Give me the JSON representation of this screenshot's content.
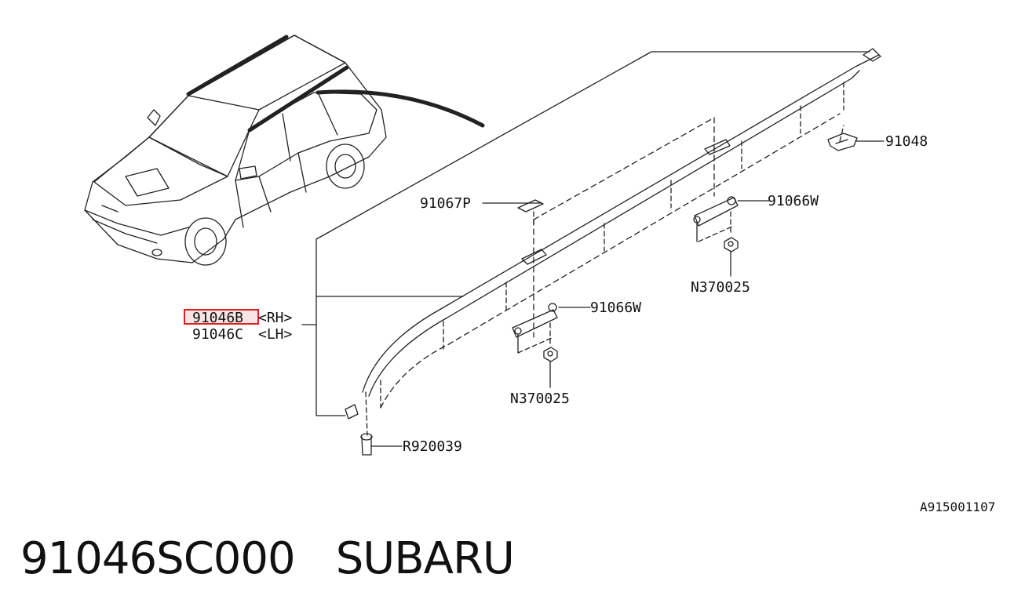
{
  "diagram": {
    "labels": {
      "part_91048": "91048",
      "part_91066w_upper": "91066W",
      "part_n370025_upper": "N370025",
      "part_91067p": "91067P",
      "part_91066w_lower": "91066W",
      "part_n370025_lower": "N370025",
      "part_91046b": "91046B",
      "part_91046b_side": "<RH>",
      "part_91046c": "91046C",
      "part_91046c_side": "<LH>",
      "part_r920039": "R920039",
      "figure_code": "A915001107"
    },
    "highlight_color": "#e02020"
  },
  "caption": {
    "part_number": "91046SC000",
    "brand": "SUBARU"
  }
}
